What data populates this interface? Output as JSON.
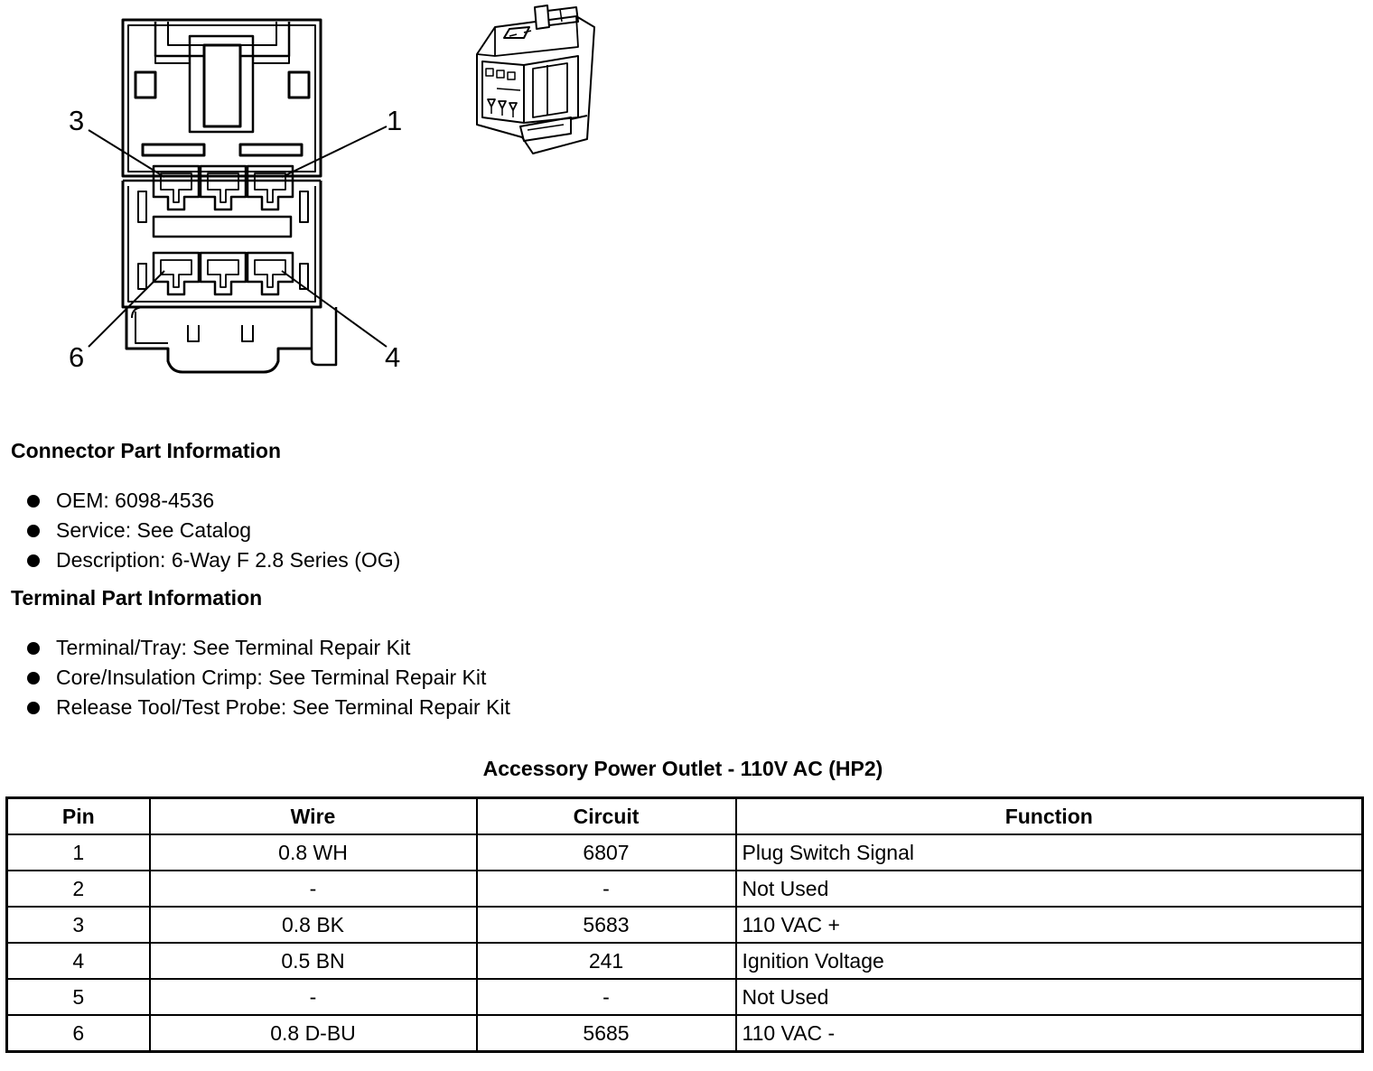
{
  "figure": {
    "pin_labels": [
      "3",
      "1",
      "6",
      "4"
    ]
  },
  "connector_info": {
    "heading": "Connector Part Information",
    "items": [
      "OEM: 6098-4536",
      "Service: See Catalog",
      "Description: 6-Way F 2.8 Series (OG)"
    ]
  },
  "terminal_info": {
    "heading": "Terminal Part Information",
    "items": [
      "Terminal/Tray: See Terminal Repair Kit",
      "Core/Insulation Crimp: See Terminal Repair Kit",
      "Release Tool/Test Probe: See Terminal Repair Kit"
    ]
  },
  "table": {
    "title": "Accessory Power Outlet - 110V AC (HP2)",
    "headers": [
      "Pin",
      "Wire",
      "Circuit",
      "Function"
    ],
    "rows": [
      [
        "1",
        "0.8 WH",
        "6807",
        "Plug Switch Signal"
      ],
      [
        "2",
        "-",
        "-",
        "Not Used"
      ],
      [
        "3",
        "0.8 BK",
        "5683",
        "110 VAC +"
      ],
      [
        "4",
        "0.5 BN",
        "241",
        "Ignition Voltage"
      ],
      [
        "5",
        "-",
        "-",
        "Not Used"
      ],
      [
        "6",
        "0.8 D-BU",
        "5685",
        "110 VAC -"
      ]
    ]
  }
}
